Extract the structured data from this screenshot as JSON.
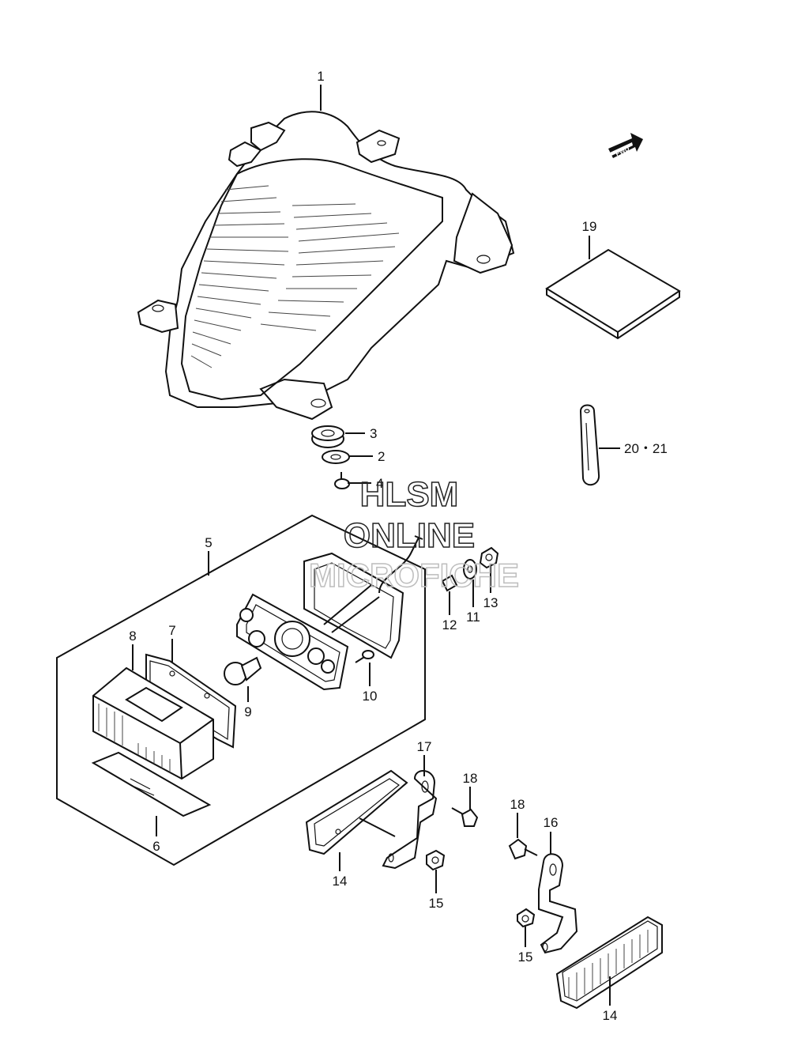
{
  "watermark": {
    "line1": "HLSM",
    "line2": "ONLINE",
    "line3": "MICROFICHE"
  },
  "direction_badge": "FWD",
  "callouts": [
    {
      "id": "c1",
      "label": "1"
    },
    {
      "id": "c2",
      "label": "2"
    },
    {
      "id": "c3",
      "label": "3"
    },
    {
      "id": "c4",
      "label": "4"
    },
    {
      "id": "c5",
      "label": "5"
    },
    {
      "id": "c6",
      "label": "6"
    },
    {
      "id": "c7",
      "label": "7"
    },
    {
      "id": "c8",
      "label": "8"
    },
    {
      "id": "c9",
      "label": "9"
    },
    {
      "id": "c10",
      "label": "10"
    },
    {
      "id": "c11",
      "label": "11"
    },
    {
      "id": "c12",
      "label": "12"
    },
    {
      "id": "c13",
      "label": "13"
    },
    {
      "id": "c14a",
      "label": "14"
    },
    {
      "id": "c14b",
      "label": "14"
    },
    {
      "id": "c15a",
      "label": "15"
    },
    {
      "id": "c15b",
      "label": "15"
    },
    {
      "id": "c16",
      "label": "16"
    },
    {
      "id": "c17",
      "label": "17"
    },
    {
      "id": "c18a",
      "label": "18"
    },
    {
      "id": "c18b",
      "label": "18"
    },
    {
      "id": "c19",
      "label": "19"
    },
    {
      "id": "c2021",
      "label": "20・21"
    }
  ]
}
